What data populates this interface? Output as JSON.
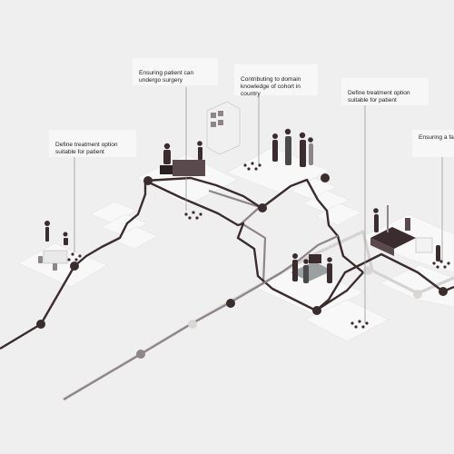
{
  "callouts": {
    "c1": "Define treatment option suitable for patient",
    "c2": "Ensuring patient can undergo surgery",
    "c3": "Contributing to domain knowledge of cohort in country",
    "c4": "Define treatment option suitable for patient",
    "c5": "Ensuring a fa... operation re..."
  },
  "colors": {
    "background": "#efefef",
    "platform": "#f8f8f8",
    "path_dark": "#3a2b2e",
    "path_mid": "#8a8385",
    "path_light": "#c9c6c6",
    "node_dark": "#3a2b2e",
    "node_light": "#d9d6d6"
  }
}
